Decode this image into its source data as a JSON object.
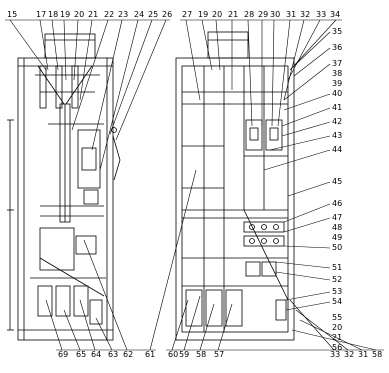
{
  "drawing": {
    "left_view": {
      "top_callouts": [
        "15",
        "17",
        "18",
        "19",
        "20",
        "21",
        "22",
        "23",
        "24",
        "25",
        "26"
      ],
      "bottom_callouts": [
        "69",
        "65",
        "64",
        "63",
        "62",
        "61"
      ]
    },
    "right_view": {
      "top_callouts": [
        "27",
        "19",
        "20",
        "21",
        "28",
        "29",
        "30",
        "31",
        "32",
        "33",
        "34"
      ],
      "right_callouts": [
        "35",
        "36",
        "37",
        "38",
        "39",
        "40",
        "41",
        "42",
        "43",
        "44",
        "45",
        "46",
        "47",
        "48",
        "49",
        "50",
        "51",
        "52",
        "53",
        "54",
        "55",
        "20",
        "21",
        "56"
      ],
      "bottom_callouts": [
        "60",
        "59",
        "58",
        "57",
        "33",
        "32",
        "31",
        "58"
      ]
    }
  }
}
